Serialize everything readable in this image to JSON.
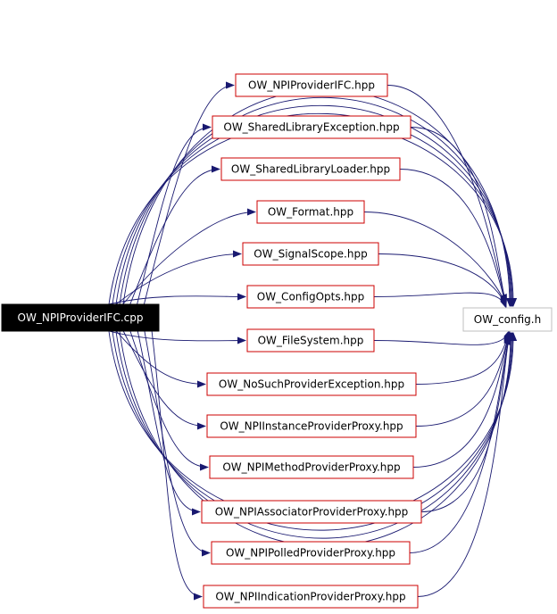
{
  "diagram": {
    "source": {
      "label": "OW_NPIProviderIFC.cpp"
    },
    "target": {
      "label": "OW_config.h"
    },
    "headers": [
      {
        "label": "OW_NPIProviderIFC.hpp"
      },
      {
        "label": "OW_SharedLibraryException.hpp"
      },
      {
        "label": "OW_SharedLibraryLoader.hpp"
      },
      {
        "label": "OW_Format.hpp"
      },
      {
        "label": "OW_SignalScope.hpp"
      },
      {
        "label": "OW_ConfigOpts.hpp"
      },
      {
        "label": "OW_FileSystem.hpp"
      },
      {
        "label": "OW_NoSuchProviderException.hpp"
      },
      {
        "label": "OW_NPIInstanceProviderProxy.hpp"
      },
      {
        "label": "OW_NPIMethodProviderProxy.hpp"
      },
      {
        "label": "OW_NPIAssociatorProviderProxy.hpp"
      },
      {
        "label": "OW_NPIPolledProviderProxy.hpp"
      },
      {
        "label": "OW_NPIIndicationProviderProxy.hpp"
      }
    ],
    "colors": {
      "edge": "#191970",
      "node_border": "#cc0000",
      "source_fill": "#000000",
      "source_text": "#ffffff",
      "target_border": "#bfbfbf",
      "text": "#000000"
    }
  }
}
